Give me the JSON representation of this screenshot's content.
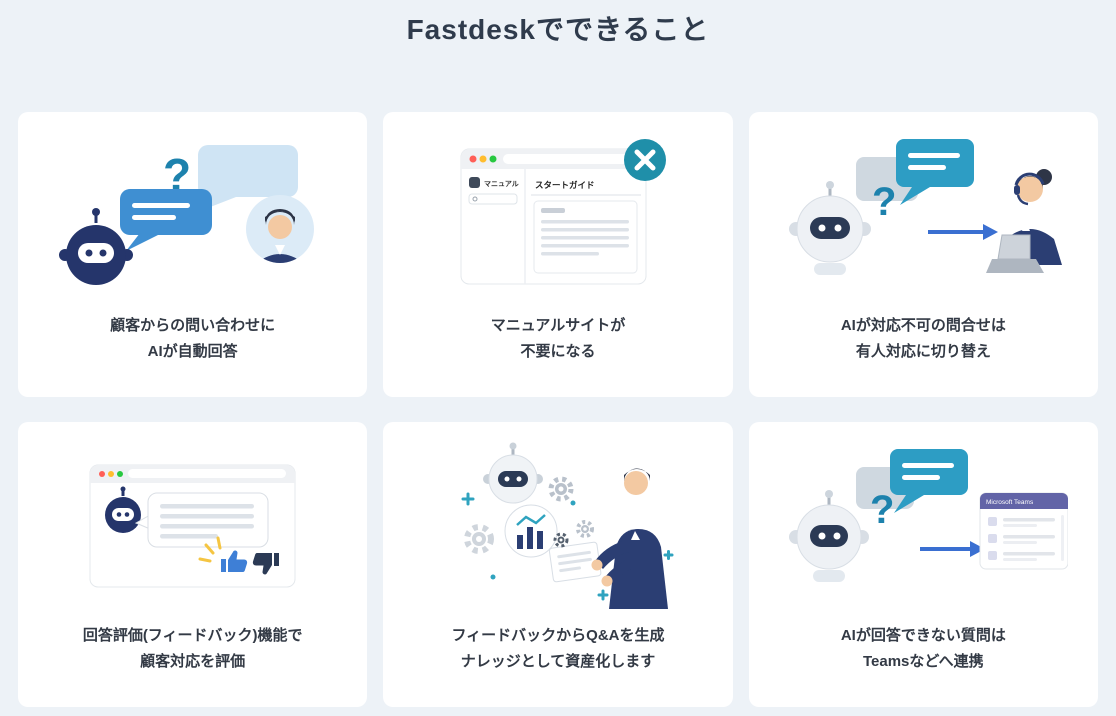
{
  "page": {
    "title": "Fastdeskでできること"
  },
  "glyphs": {
    "question_mark": "?"
  },
  "cards": [
    {
      "id": "ai-auto-reply",
      "lines": [
        "顧客からの問い合わせに",
        "AIが自動回答"
      ]
    },
    {
      "id": "manual-site",
      "lines": [
        "マニュアルサイトが",
        "不要になる"
      ],
      "browser": {
        "sidebar_label": "マニュアル",
        "heading": "スタートガイド"
      }
    },
    {
      "id": "human-handoff",
      "lines": [
        "AIが対応不可の問合せは",
        "有人対応に切り替え"
      ]
    },
    {
      "id": "feedback",
      "lines": [
        "回答評価(フィードバック)機能で",
        "顧客対応を評価"
      ]
    },
    {
      "id": "knowledge",
      "lines": [
        "フィードバックからQ&Aを生成",
        "ナレッジとして資産化します"
      ]
    },
    {
      "id": "teams",
      "lines": [
        "AIが回答できない質問は",
        "Teamsなどへ連携"
      ],
      "teams_label": "Microsoft Teams"
    }
  ],
  "colors": {
    "background": "#edf2f7",
    "card": "#ffffff",
    "teal_badge": "#1f8fa9",
    "bubble_teal": "#2d9dc4",
    "bubble_blue": "#3f8fd2",
    "bubble_light": "#cfe4f4",
    "navy": "#25356b",
    "arrow_blue": "#3a6fd1",
    "teams_purple": "#6264a7",
    "thumb_up_blue": "#3e7fd6",
    "accent_yellow": "#f5c542"
  }
}
